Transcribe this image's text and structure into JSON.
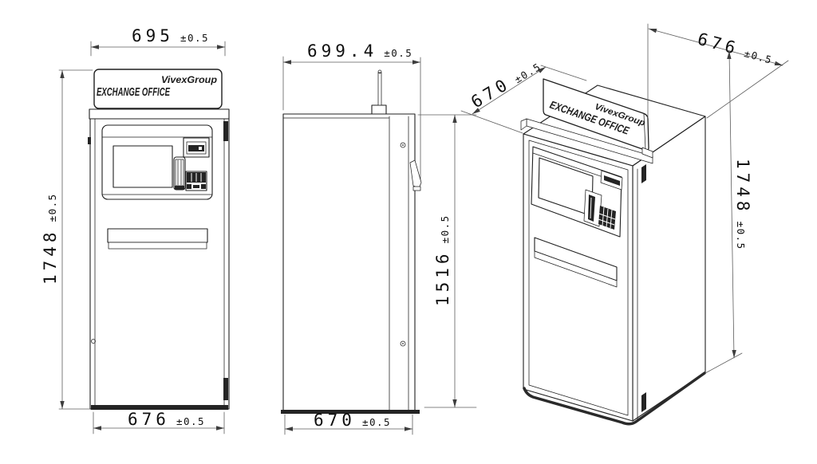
{
  "drawing": {
    "title_brand": "VivexGroup",
    "sign_text": "EXCHANGE OFFICE",
    "tolerance": "±0.5",
    "views": {
      "front": {
        "width_top_mm": "695",
        "height_mm": "1748",
        "width_bottom_mm": "676"
      },
      "side": {
        "depth_top_mm": "699.4",
        "height_mm": "1516",
        "depth_bottom_mm": "670"
      },
      "isometric": {
        "depth_mm": "670",
        "width_mm": "676",
        "height_mm": "1748"
      }
    }
  }
}
